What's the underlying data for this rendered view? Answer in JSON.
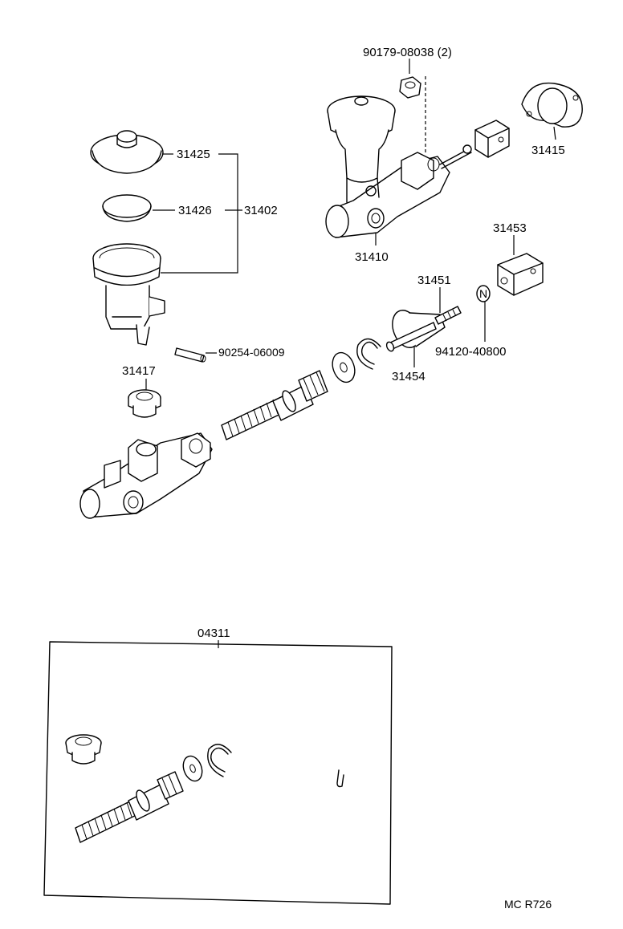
{
  "parts": {
    "p90179": "90179-08038 (2)",
    "p31415": "31415",
    "p31410": "31410",
    "p31425": "31425",
    "p31426": "31426",
    "p31402": "31402",
    "p31453": "31453",
    "p31451": "31451",
    "p94120": "94120-40800",
    "p31454": "31454",
    "p90254": "90254-06009",
    "p31417": "31417",
    "p04311": "04311"
  },
  "footer": {
    "code": "MC R726"
  }
}
